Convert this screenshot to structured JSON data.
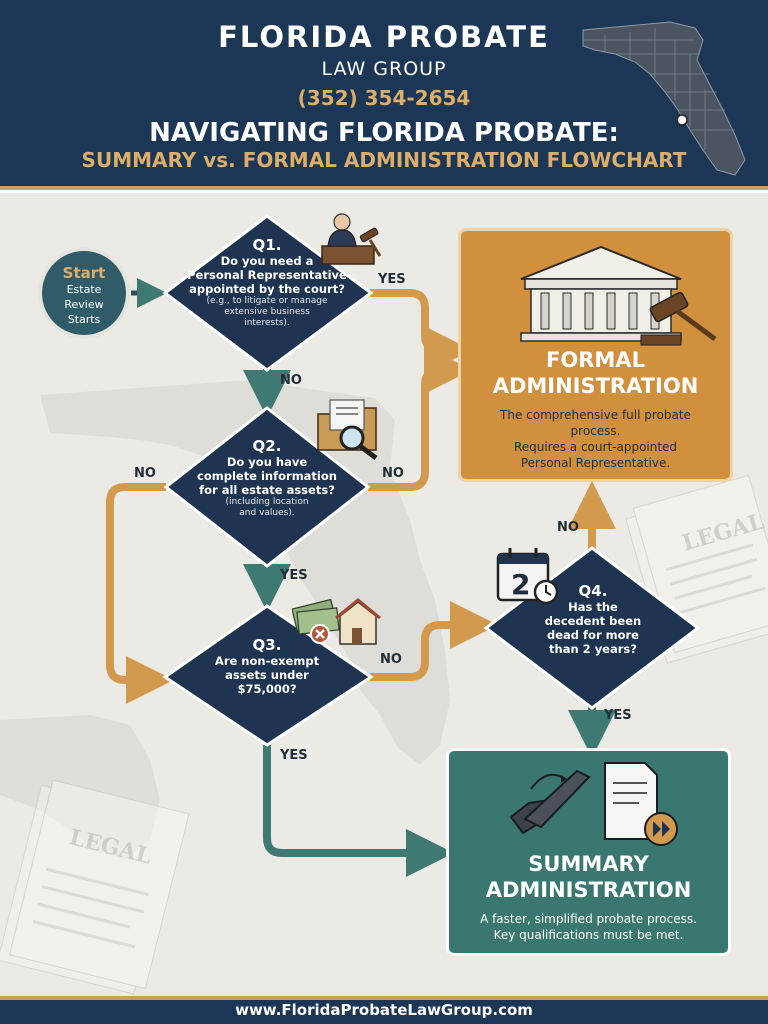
{
  "header": {
    "firm_name": "FLORIDA PROBATE",
    "firm_sub": "LAW GROUP",
    "phone": "(352) 354-2654",
    "title_line1": "NAVIGATING FLORIDA PROBATE:",
    "title_line2": "SUMMARY vs. FORMAL ADMINISTRATION FLOWCHART"
  },
  "start": {
    "title": "Start",
    "line1": "Estate",
    "line2": "Review",
    "line3": "Starts"
  },
  "q1": {
    "num": "Q1.",
    "line1": "Do you need a",
    "line2": "Personal Representative",
    "line3": "appointed by the court?",
    "sub1": "(e.g., to litigate or manage",
    "sub2": "extensive business",
    "sub3": "interests)."
  },
  "q2": {
    "num": "Q2.",
    "line1": "Do you have",
    "line2": "complete information",
    "line3": "for all estate assets?",
    "sub1": "(including location",
    "sub2": "and values)."
  },
  "q3": {
    "num": "Q3.",
    "line1": "Are non-exempt",
    "line2": "assets under",
    "line3": "$75,000?"
  },
  "q4": {
    "num": "Q4.",
    "line1": "Has the",
    "line2": "decedent been",
    "line3": "dead for more",
    "line4": "than 2 years?"
  },
  "labels": {
    "q1_yes": "YES",
    "q1_no": "NO",
    "q2_no_left": "NO",
    "q2_no_right": "NO",
    "q2_yes": "YES",
    "q3_no": "NO",
    "q3_yes": "YES",
    "q4_no": "NO",
    "q4_yes": "YES"
  },
  "formal": {
    "title1": "FORMAL",
    "title2": "ADMINISTRATION",
    "desc1": "The comprehensive full probate",
    "desc2": "process.",
    "desc3": "Requires a court-appointed",
    "desc4": "Personal Representative."
  },
  "summary": {
    "title1": "SUMMARY",
    "title2": "ADMINISTRATION",
    "desc1": "A faster, simplified probate process.",
    "desc2": "Key qualifications must be met."
  },
  "decor": {
    "legal_stamp": "LEGAL",
    "calendar_number": "2"
  },
  "icons": [
    "florida-map-icon",
    "judge-gavel-icon",
    "folder-magnifier-icon",
    "money-house-icon",
    "calendar-clock-icon",
    "courthouse-icon",
    "gavel-icon",
    "checkmark-icon",
    "document-fastforward-icon"
  ],
  "colors": {
    "navy": "#1c3656",
    "gold": "#d1903e",
    "teal": "#3a7770",
    "diamond": "#1e3450",
    "arrow_gold": "#d39a4e",
    "arrow_teal": "#3f7a72"
  },
  "footer": {
    "url": "www.FloridaProbateLawGroup.com"
  }
}
